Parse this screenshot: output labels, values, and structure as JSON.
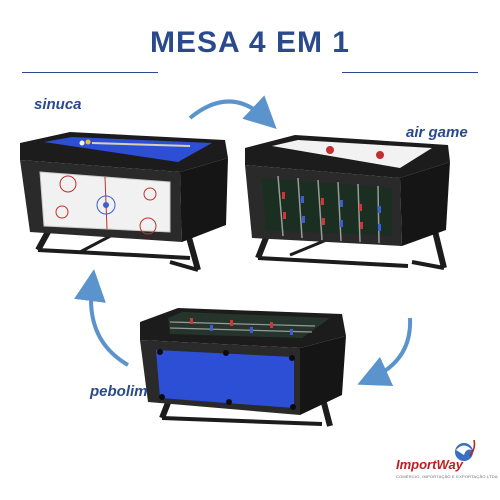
{
  "title": "MESA 4 EM 1",
  "labels": {
    "pool": "sinuca",
    "air": "air game",
    "foosball": "pebolim"
  },
  "logo": {
    "name": "ImportWay",
    "tagline": "COMÉRCIO, IMPORTAÇÃO E EXPORTAÇÃO LTDA"
  },
  "colors": {
    "title": "#2a4a8c",
    "arrow": "#5b93cc",
    "felt": "#2d4fd6",
    "frame": "#1c1c1c",
    "logo": "#b8201e"
  }
}
